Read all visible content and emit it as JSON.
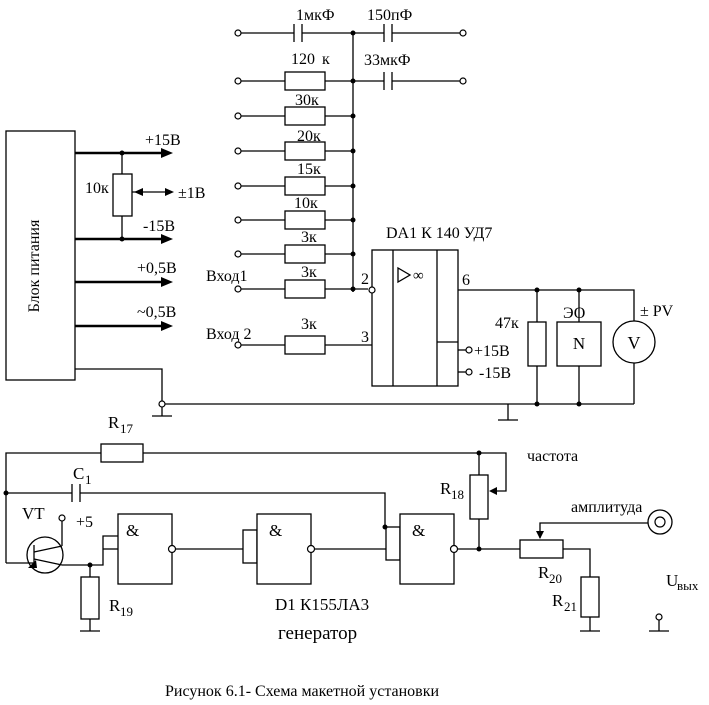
{
  "caption": "Рисунок 6.1- Схема макетной установки",
  "power_block": {
    "title": "Блок питания",
    "outputs": [
      "+15В",
      "-15В",
      "+0,5В",
      "~0,5В"
    ],
    "pot": "10к",
    "pot_out": "±1В"
  },
  "feedback": {
    "capacitors": [
      "1мкФ",
      "150пФ",
      "33мкФ"
    ],
    "resistors": [
      "120",
      "к",
      "30к",
      "20к",
      "15к",
      "10к",
      "3к"
    ]
  },
  "opamp": {
    "label": "DA1 К 140 УД7",
    "pins": [
      "2",
      "3",
      "6"
    ],
    "inputs": [
      "Вход1",
      "3к",
      "Вход 2",
      "3к"
    ],
    "supply": [
      "+15В",
      "-15В"
    ],
    "load": "47к",
    "scope": "ЭО",
    "scope_letter": "N",
    "meter": "± PV",
    "meter_letter": "V"
  },
  "generator": {
    "chip": "D1 К155ЛА3",
    "title": "генератор",
    "gate": "&",
    "parts": {
      "r17": "R",
      "r17n": "17",
      "c1": "C",
      "c1n": "1",
      "vt": "VT",
      "vcc": "+5",
      "r19": "R",
      "r19n": "19",
      "r18": "R",
      "r18n": "18",
      "freq": "частота",
      "amp": "амплитуда",
      "r20": "R",
      "r20n": "20",
      "r21": "R",
      "r21n": "21",
      "uout": "U",
      "uoutn": "вых"
    }
  }
}
